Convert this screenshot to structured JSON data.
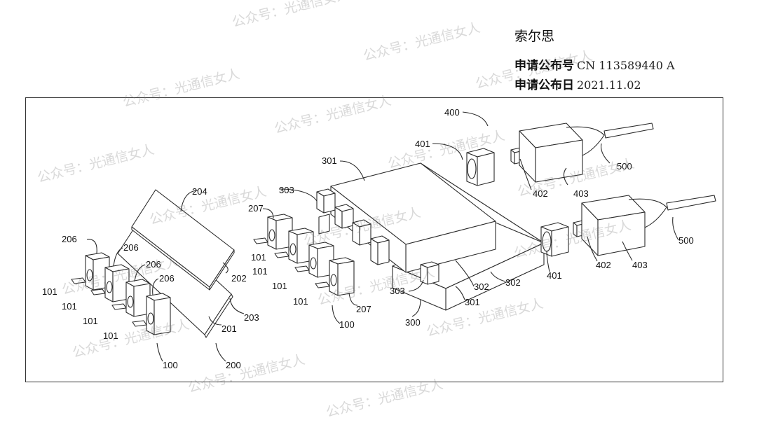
{
  "header": {
    "company": "索尔思",
    "publication_number_label": "申请公布号",
    "publication_number": "CN 113589440 A",
    "publication_date_label": "申请公布日",
    "publication_date": "2021.11.02"
  },
  "watermark": {
    "text": "公众号：光通信女人"
  },
  "figure": {
    "labels": {
      "l100a": "100",
      "l100b": "100",
      "l101a": "101",
      "l101b": "101",
      "l101c": "101",
      "l101d": "101",
      "l101e": "101",
      "l101f": "101",
      "l101g": "101",
      "l101h": "101",
      "l200": "200",
      "l201": "201",
      "l202": "202",
      "l203": "203",
      "l204": "204",
      "l206a": "206",
      "l206b": "206",
      "l206c": "206",
      "l206d": "206",
      "l207a": "207",
      "l207b": "207",
      "l300": "300",
      "l301a": "301",
      "l301b": "301",
      "l302a": "302",
      "l302b": "302",
      "l303a": "303",
      "l303b": "303",
      "l400": "400",
      "l401a": "401",
      "l401b": "401",
      "l402a": "402",
      "l402b": "402",
      "l403a": "403",
      "l403b": "403",
      "l500a": "500",
      "l500b": "500"
    }
  }
}
